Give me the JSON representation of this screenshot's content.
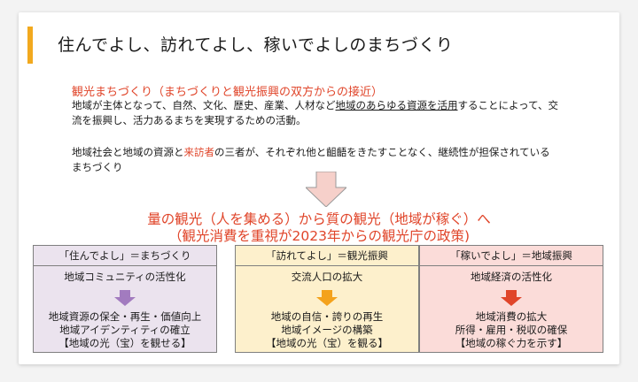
{
  "title": "住んでよし、訪れてよし、稼いでよしのまちづくり",
  "heading": "観光まちづくり（まちづくりと観光振興の双方からの接近）",
  "para1": {
    "l1a": "地域が主体となって、自然、文化、歴史、産業、人材など",
    "l1u": "地域のあらゆる資源を活用",
    "l1b": "することによって、交",
    "l2": "流を振興し、活力あるまちを実現するための活動。"
  },
  "para2": {
    "l1a": "地域社会と地域の資源と",
    "l1r": "来訪者",
    "l1b": "の三者が、それぞれ他と齟齬をきたすことなく、継続性が担保されている",
    "l2": "まちづくり"
  },
  "banner": {
    "line1": "量の観光（人を集める）から質の観光（地域が稼ぐ）へ",
    "line2": "（観光消費を重視が2023年からの観光庁の政策)"
  },
  "columns": [
    {
      "header": "「住んでよし」＝まちづくり",
      "sub": "地域コミュニティの活性化",
      "lines": [
        "地域資源の保全・再生・価値向上",
        "地域アイデンティティの確立",
        "【地域の光（宝）を観せる】"
      ],
      "arrow_color": "#a27bbf"
    },
    {
      "header": "「訪れてよし」＝観光振興",
      "sub": "交流人口の拡大",
      "lines": [
        "地域の自信・誇りの再生",
        "地域イメージの構築",
        "【地域の光（宝）を観る】"
      ],
      "arrow_color": "#f4a21c"
    },
    {
      "header": "「稼いでよし」＝地域振興",
      "sub": "地域経済の活性化",
      "lines": [
        "地域消費の拡大",
        "所得・雇用・税収の確保",
        "【地域の稼ぐ力を示す】"
      ],
      "arrow_color": "#e0452a"
    }
  ]
}
